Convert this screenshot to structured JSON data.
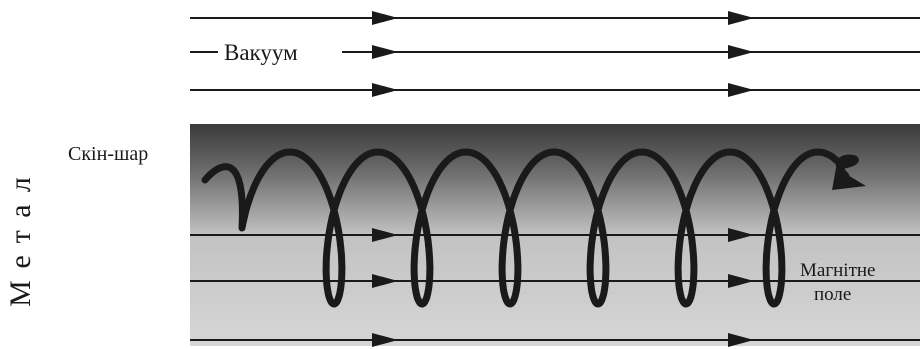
{
  "labels": {
    "vacuum": "Вакуум",
    "metal": "Метал",
    "skin_layer": "Скін-шар",
    "magnetic_field_line1": "Магнітне",
    "magnetic_field_line2": "поле"
  },
  "colors": {
    "line": "#1a1a1a",
    "metal_dark": "#3a3a3a",
    "metal_light": "#d2d2d2",
    "background": "#ffffff"
  }
}
